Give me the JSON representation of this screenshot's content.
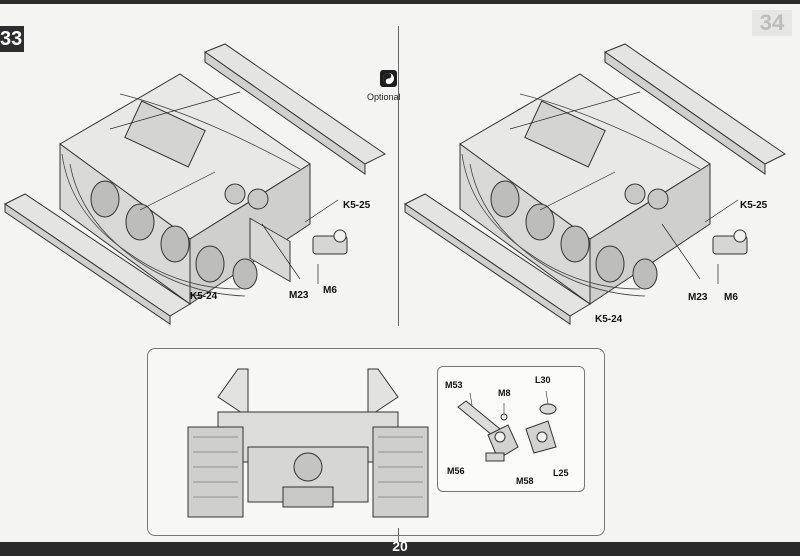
{
  "step": {
    "number": "33",
    "next_number_ghost": "34"
  },
  "optional": {
    "label": "Optional",
    "icon": "optional-icon"
  },
  "left_assembly": {
    "labels": {
      "k5_25": "K5-25",
      "k5_24": "K5-24",
      "m23": "M23",
      "m6": "M6"
    }
  },
  "right_assembly": {
    "labels": {
      "k5_25": "K5-25",
      "k5_24": "K5-24",
      "m23": "M23",
      "m6": "M6"
    }
  },
  "parts_detail": {
    "labels": {
      "m53": "M53",
      "m8": "M8",
      "l30": "L30",
      "m56": "M56",
      "m58": "M58",
      "l25": "L25"
    }
  },
  "page": {
    "number": "20"
  }
}
